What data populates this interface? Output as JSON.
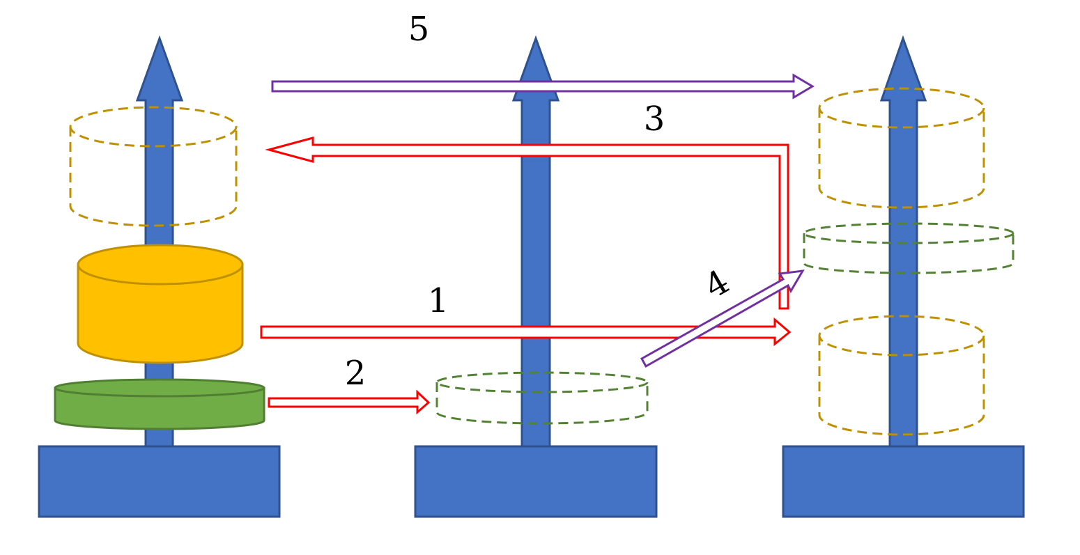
{
  "colors": {
    "peg_fill": "#4472c4",
    "peg_stroke": "#2f528f",
    "large_disk_fill": "#ffc000",
    "large_disk_stroke": "#bf9000",
    "small_disk_fill": "#70ad47",
    "small_disk_stroke": "#507e32",
    "ghost_large_stroke": "#bf9000",
    "ghost_small_stroke": "#548235",
    "move_red": "#ff0000",
    "move_purple": "#7030a0"
  },
  "moves": [
    {
      "step": "1",
      "color": "red"
    },
    {
      "step": "2",
      "color": "red"
    },
    {
      "step": "3",
      "color": "red"
    },
    {
      "step": "4",
      "color": "purple"
    },
    {
      "step": "5",
      "color": "purple"
    }
  ]
}
